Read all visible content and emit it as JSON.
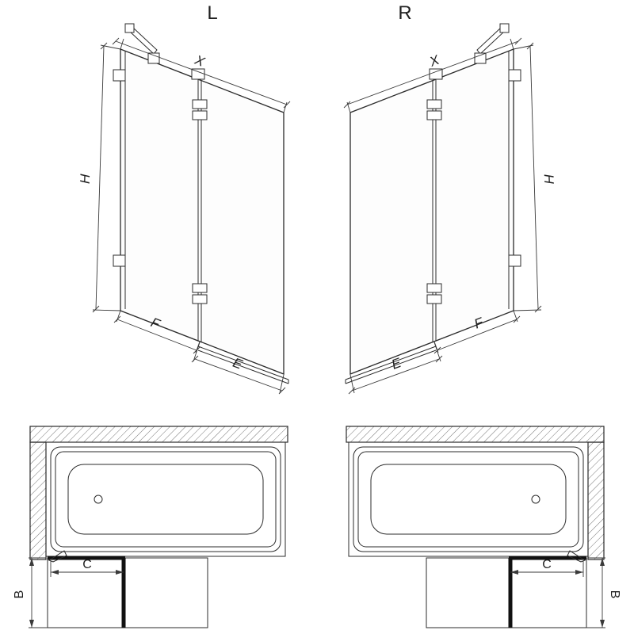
{
  "colors": {
    "background": "#ffffff",
    "line": "#2b2b2b",
    "dimension": "#3a3a3a"
  },
  "left_screen": {
    "variant_label": "L",
    "dim_width_label": "X",
    "dim_height_label": "H",
    "dim_fixed_panel_label": "F",
    "dim_door_panel_label": "E"
  },
  "right_screen": {
    "variant_label": "R",
    "dim_width_label": "X",
    "dim_height_label": "H",
    "dim_fixed_panel_label": "F",
    "dim_door_panel_label": "E"
  },
  "left_plan": {
    "dim_door_width_label": "C",
    "dim_depth_label": "B"
  },
  "right_plan": {
    "dim_door_width_label": "C",
    "dim_depth_label": "B"
  }
}
